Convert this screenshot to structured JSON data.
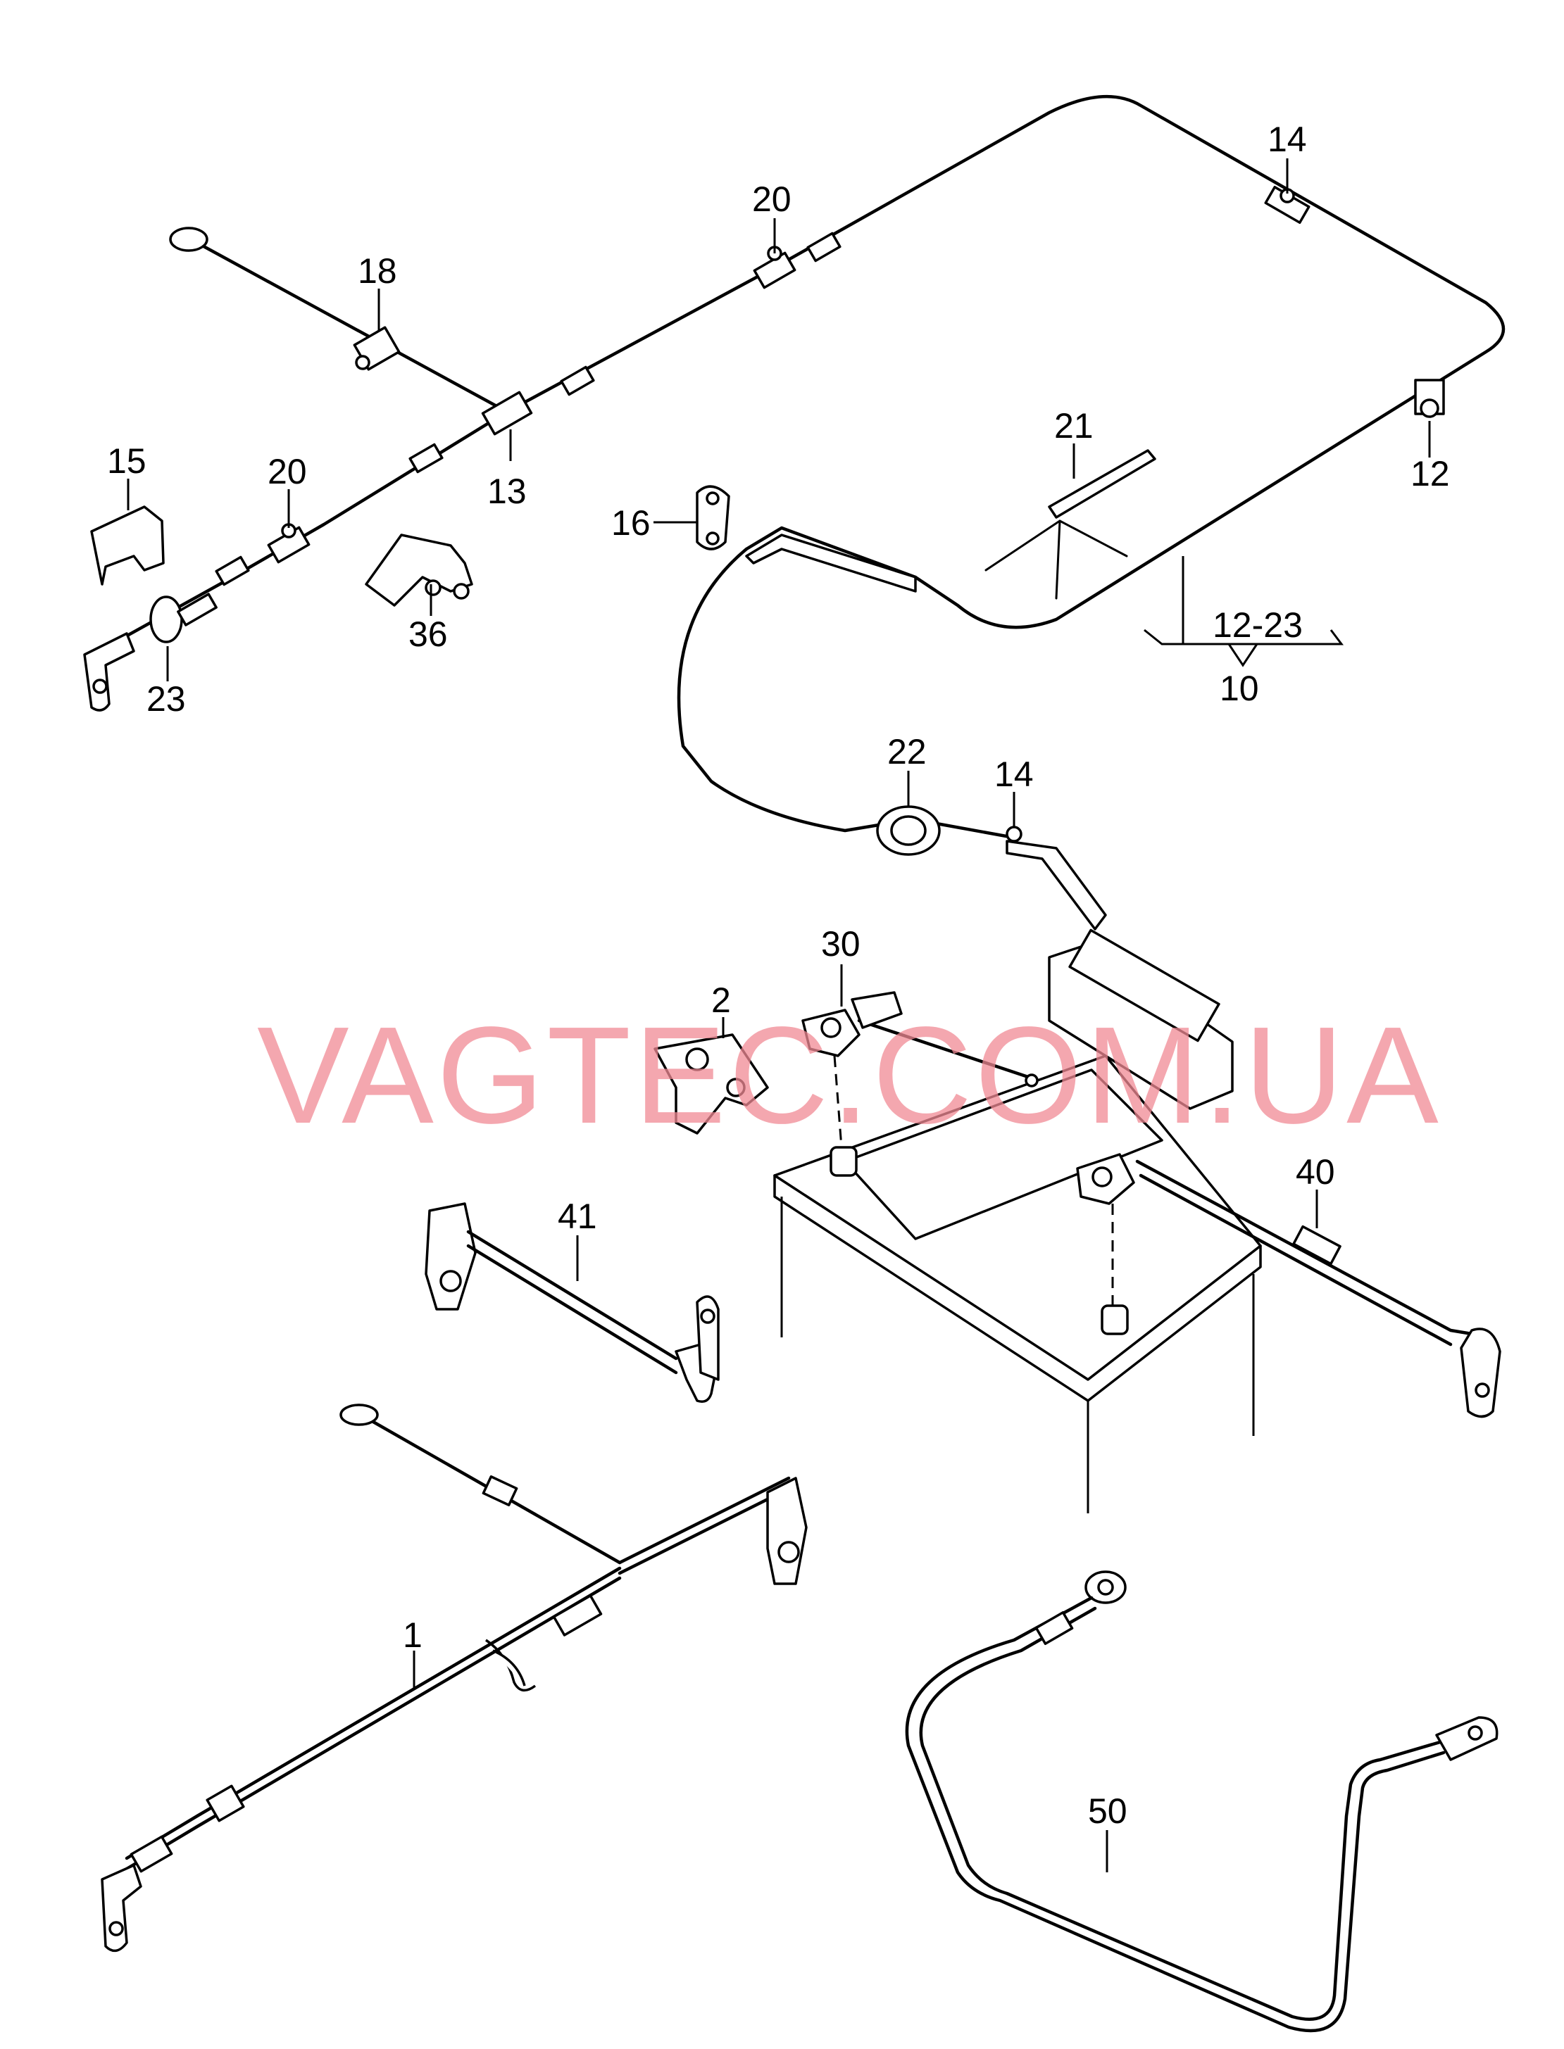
{
  "watermark": "VAGTEC.COM.UA",
  "callouts": {
    "c1": "1",
    "c2": "2",
    "c10": "10",
    "c12": "12",
    "c12_23": "12-23",
    "c13": "13",
    "c14a": "14",
    "c14b": "14",
    "c15": "15",
    "c16": "16",
    "c18": "18",
    "c20a": "20",
    "c20b": "20",
    "c21": "21",
    "c22": "22",
    "c23": "23",
    "c30": "30",
    "c36": "36",
    "c40": "40",
    "c41": "41",
    "c50": "50"
  },
  "colors": {
    "line": "#000000",
    "watermark": "#f08a94",
    "background": "#ffffff"
  }
}
